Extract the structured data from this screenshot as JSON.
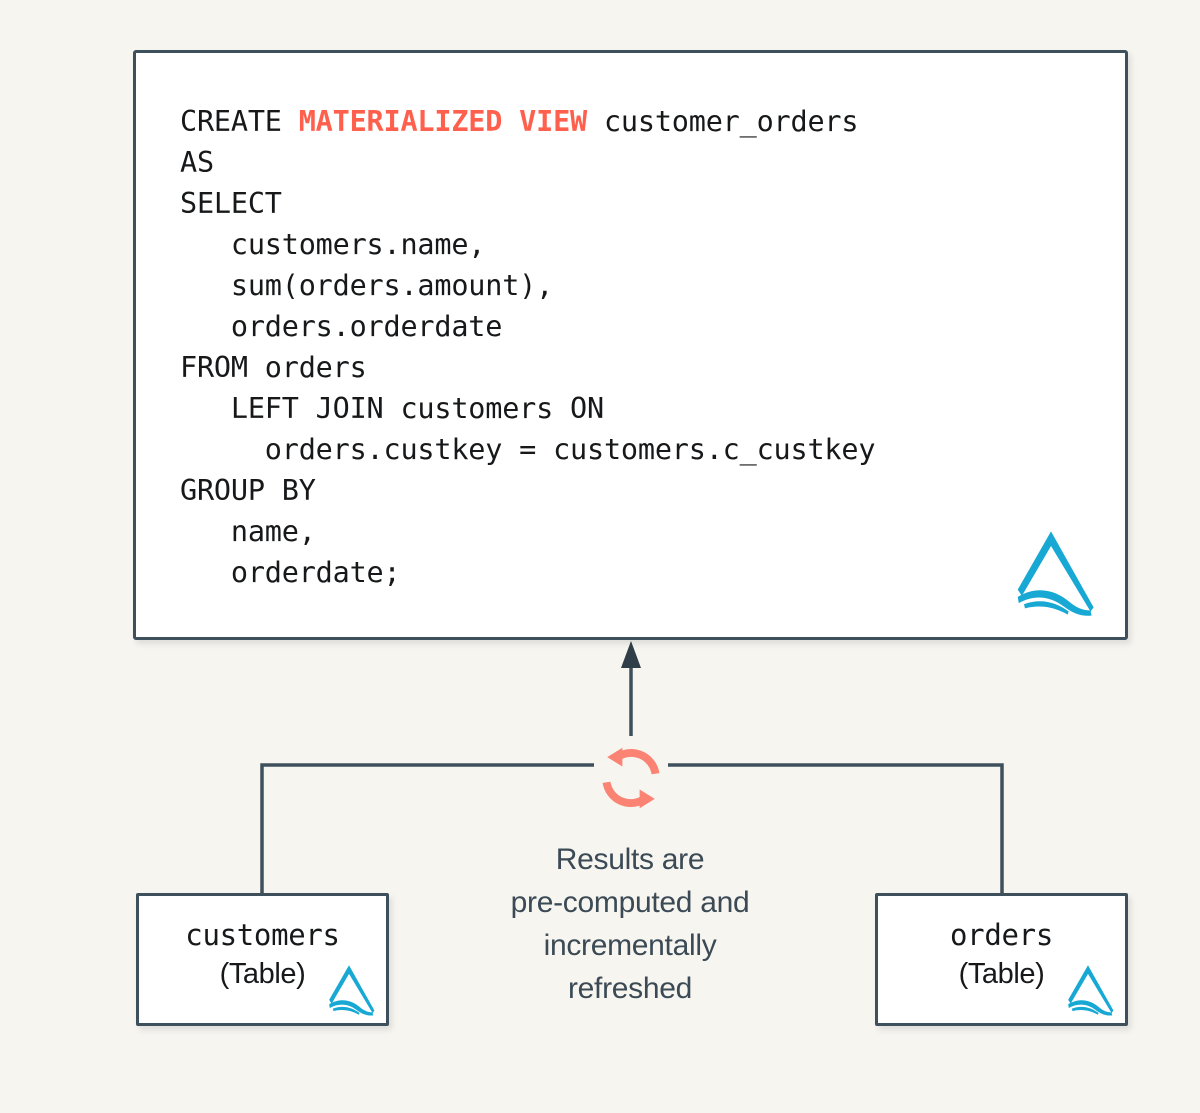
{
  "background_color": "#f7f5f0",
  "accent_colors": {
    "keyword_red": "#ff5f4d",
    "refresh_coral": "#fa8373",
    "logo_blue": "#17a8d4",
    "border_slate": "#3e505c",
    "text_dark": "#16181a",
    "caption_slate": "#3b4a55"
  },
  "code_panel": {
    "line_1_prefix": "CREATE ",
    "line_1_keyword": "MATERIALIZED VIEW",
    "line_1_suffix": " customer_orders",
    "line_2": "AS",
    "line_3": "SELECT",
    "line_4": "   customers.name,",
    "line_5": "   sum(orders.amount),",
    "line_6": "   orders.orderdate",
    "line_7": "FROM orders",
    "line_8": "   LEFT JOIN customers ON",
    "line_9": "     orders.custkey = customers.c_custkey",
    "line_10": "GROUP BY",
    "line_11": "   name,",
    "line_12": "   orderdate;",
    "logo_name": "hudi-logo"
  },
  "refresh": {
    "icon_name": "refresh-cycle-icon"
  },
  "caption": {
    "line_1": "Results are",
    "line_2": "pre-computed and",
    "line_3": "incrementally",
    "line_4": "refreshed"
  },
  "tables": [
    {
      "name": "customers",
      "kind": "(Table)",
      "logo_name": "hudi-logo"
    },
    {
      "name": "orders",
      "kind": "(Table)",
      "logo_name": "hudi-logo"
    }
  ]
}
